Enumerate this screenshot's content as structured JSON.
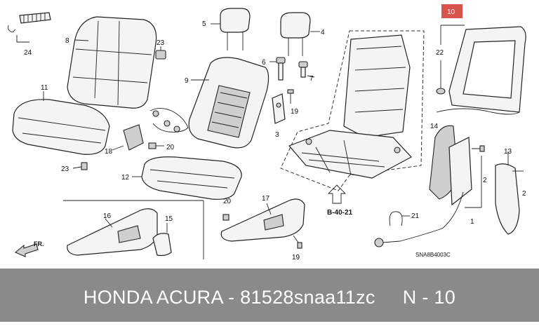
{
  "diagram": {
    "callouts": [
      "24",
      "8",
      "23",
      "5",
      "6",
      "7",
      "4",
      "9",
      "19",
      "3",
      "11",
      "18",
      "20",
      "23",
      "12",
      "10",
      "22",
      "14",
      "13",
      "2",
      "2",
      "1",
      "16",
      "15",
      "20",
      "17",
      "19",
      "21"
    ],
    "section_ref": "B-40-21",
    "direction_label": "FR.",
    "drawing_code": "SNA8B4003C",
    "highlight_color": "#d9534f"
  },
  "footer": {
    "text": "HONDA ACURA - 81528snaa11zc     N - 10"
  }
}
